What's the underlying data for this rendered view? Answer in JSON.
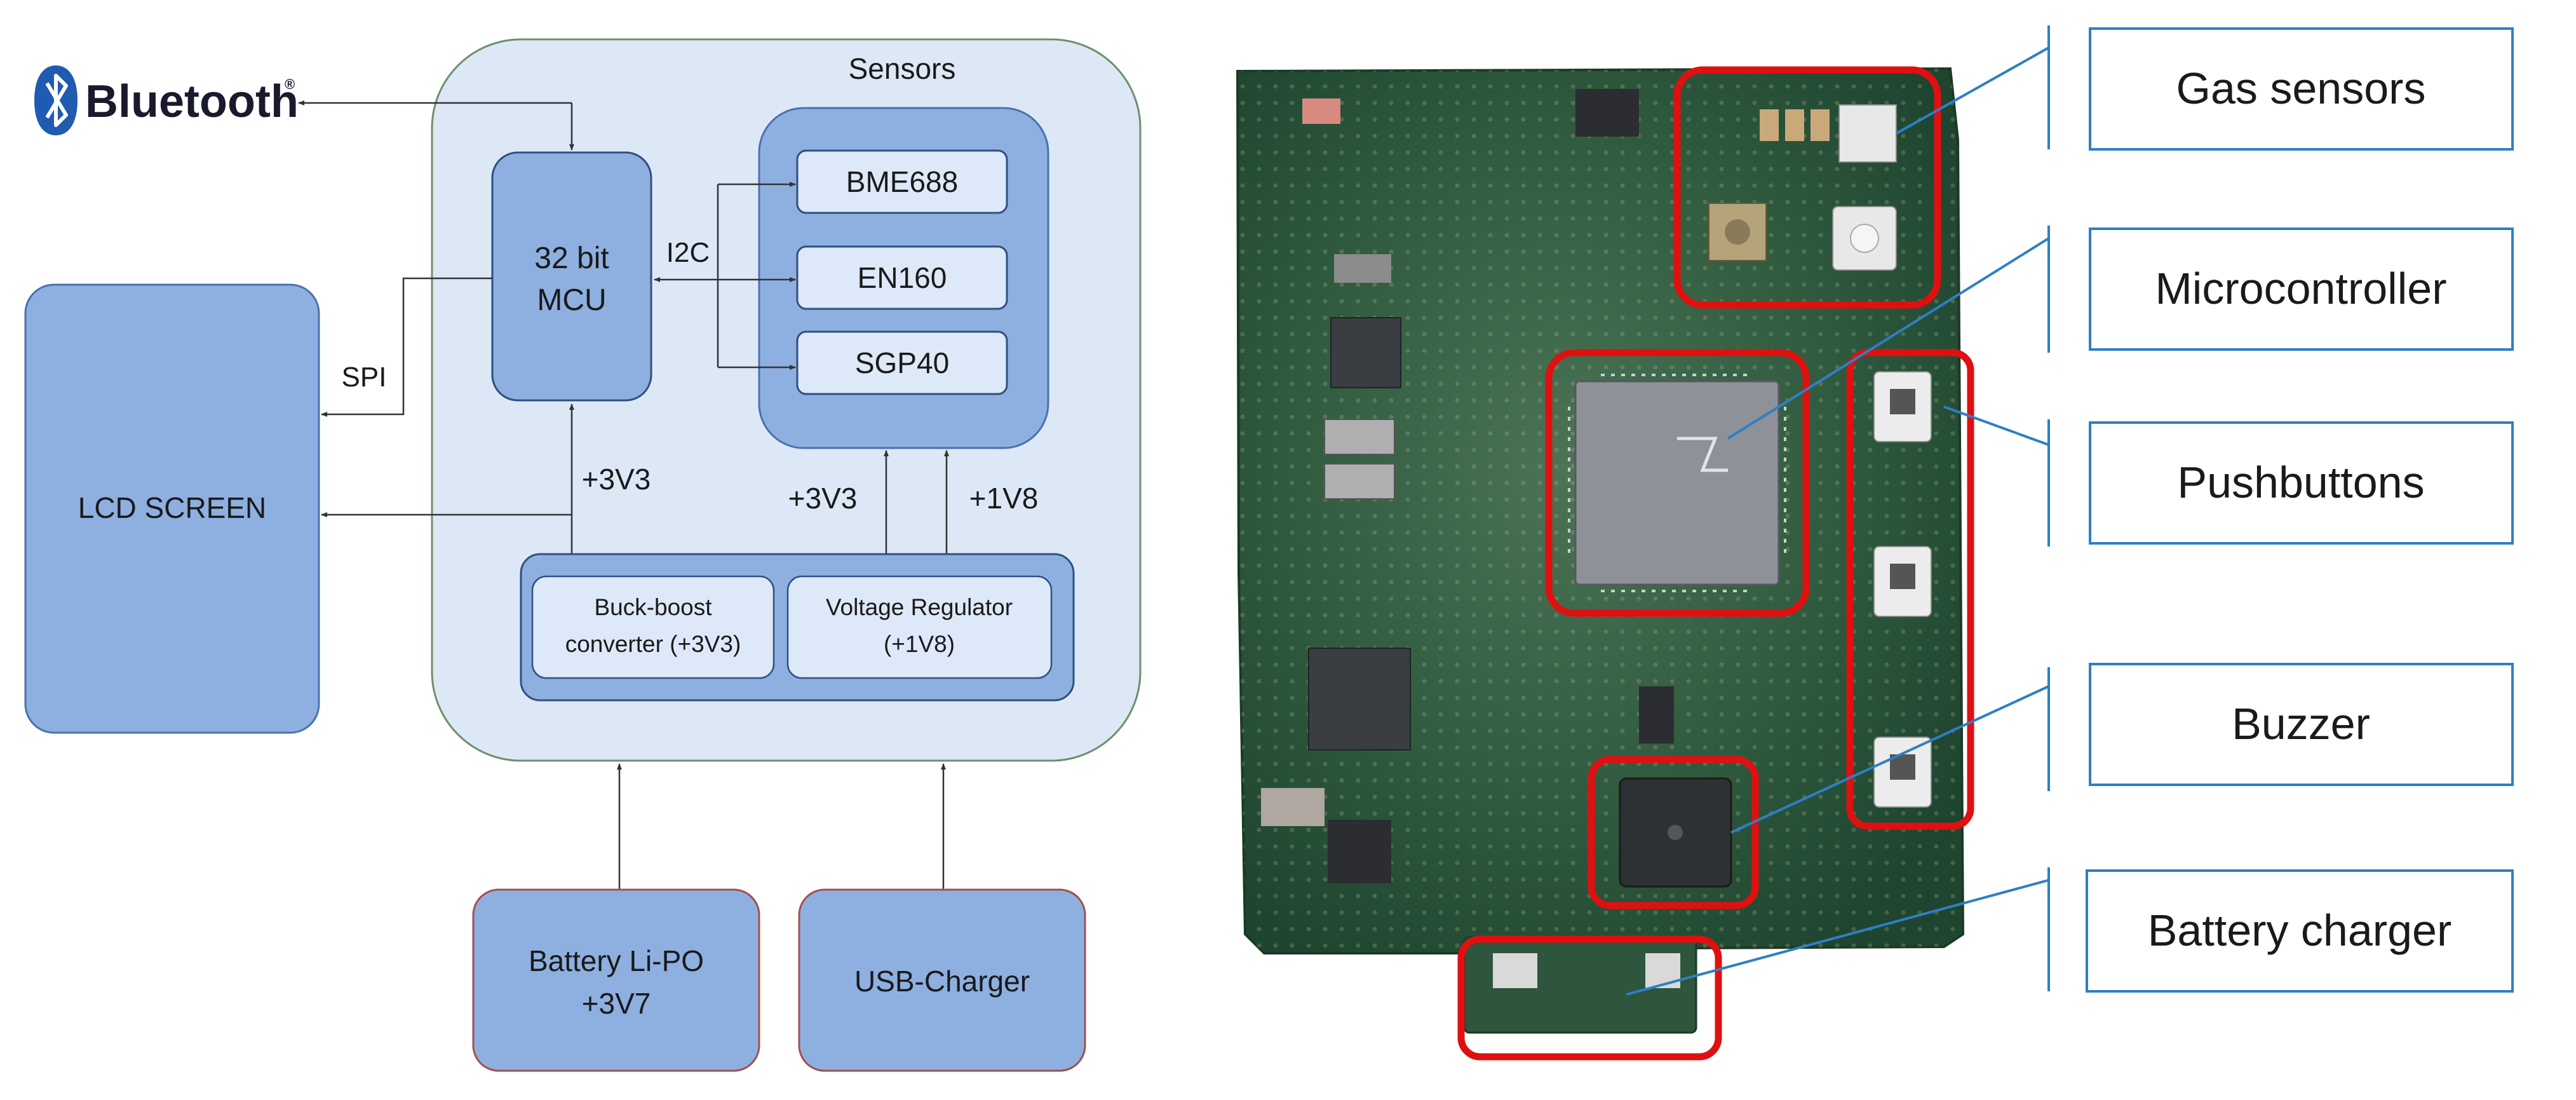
{
  "block_diagram": {
    "bluetooth": {
      "label": "Bluetooth",
      "mark": "®"
    },
    "sensors_group_title": "Sensors",
    "mcu": {
      "line1": "32 bit",
      "line2": "MCU"
    },
    "bus_labels": {
      "i2c": "I2C",
      "spi": "SPI"
    },
    "sensors": [
      "BME688",
      "EN160",
      "SGP40"
    ],
    "lcd": "LCD SCREEN",
    "rail_labels": {
      "mcu_supply": "+3V3",
      "sensors_3v3": "+3V3",
      "sensors_1v8": "+1V8"
    },
    "buck_boost": {
      "line1": "Buck-boost",
      "line2": "converter (+3V3)"
    },
    "regulator": {
      "line1": "Voltage Regulator",
      "line2": "(+1V8)"
    },
    "battery": {
      "line1": "Battery Li-PO",
      "line2": "+3V7"
    },
    "usb_charger": "USB-Charger"
  },
  "pcb_photo": {
    "callouts": [
      "Gas sensors",
      "Microcontroller",
      "Pushbuttons",
      "Buzzer",
      "Battery charger"
    ]
  },
  "colors": {
    "block_fill": "#8eb0e0",
    "block_stroke": "#4a70b0",
    "group_fill": "#dde8f6",
    "group_stroke": "#6f8f6f",
    "inner_fill": "#dde8f8",
    "pcb_green": "#2e5a3e",
    "highlight_red": "#e01010",
    "callout_blue": "#2e7fc4"
  }
}
